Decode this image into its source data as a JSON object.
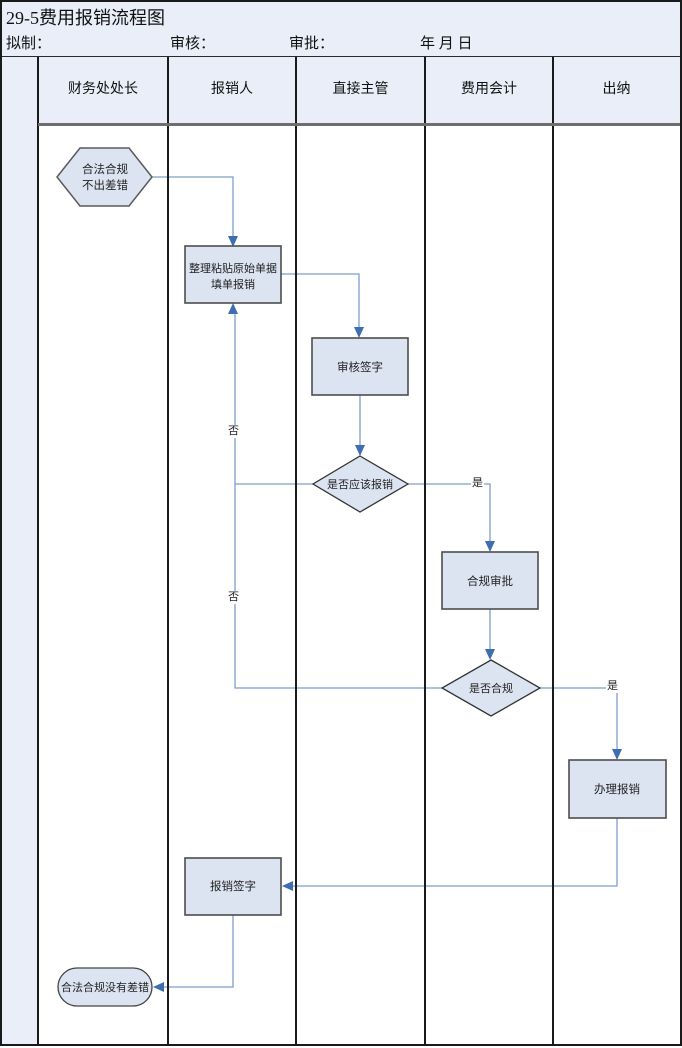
{
  "title": "29-5费用报销流程图",
  "meta": {
    "drafted_label": "拟制：",
    "review_label": "审核：",
    "approve_label": "审批：",
    "date_label": "年 月 日"
  },
  "lanes": [
    {
      "label": "财务处处长"
    },
    {
      "label": "报销人"
    },
    {
      "label": "直接主管"
    },
    {
      "label": "费用会计"
    },
    {
      "label": "出纳"
    }
  ],
  "nodes": {
    "start": {
      "type": "hexagon",
      "line1": "合法合规",
      "line2": "不出差错"
    },
    "prepare": {
      "type": "process",
      "line1": "整理粘贴原始单据",
      "line2": "填单报销"
    },
    "review_sign": {
      "type": "process",
      "label": "审核签字"
    },
    "should_reimburse": {
      "type": "decision",
      "label": "是否应该报销"
    },
    "compliance_approval": {
      "type": "process",
      "label": "合规审批"
    },
    "is_compliant": {
      "type": "decision",
      "label": "是否合规"
    },
    "handle_reimburse": {
      "type": "process",
      "label": "办理报销"
    },
    "reimburse_sign": {
      "type": "process",
      "label": "报销签字"
    },
    "end": {
      "type": "terminator",
      "label": "合法合规没有差错"
    }
  },
  "edge_labels": {
    "no1": "否",
    "yes1": "是",
    "no2": "否",
    "yes2": "是"
  },
  "colors": {
    "band_fill": "#e9eef8",
    "shape_fill": "#dce4f2",
    "shape_border": "#4d4d4d",
    "connector_line": "#7d9ec9",
    "arrowhead": "#3e6db1",
    "lane_border": "#1a1a1a",
    "header_divider": "#6e6e6e"
  }
}
